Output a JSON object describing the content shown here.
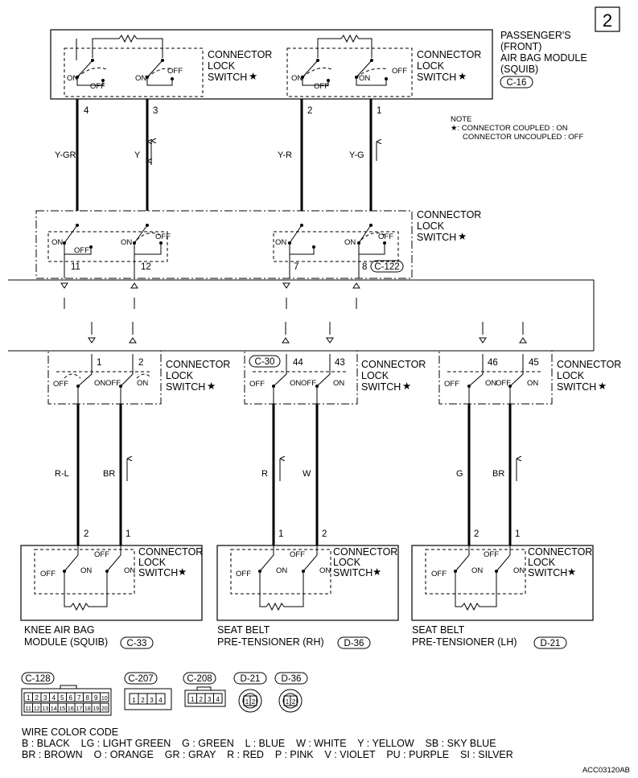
{
  "page_number": "2",
  "note": {
    "title": "NOTE",
    "line1": "★: CONNECTOR COUPLED : ON",
    "line2": "CONNECTOR UNCOUPLED : OFF"
  },
  "switch_label": {
    "line1": "CONNECTOR",
    "line2": "LOCK",
    "line3": "SWITCH",
    "star": "★"
  },
  "switch_states": {
    "on": "ON",
    "off": "OFF"
  },
  "passenger_module": {
    "line1": "PASSENGER'S",
    "line2": "(FRONT)",
    "line3": "AIR BAG MODULE",
    "line4": "(SQUIB)",
    "connector": "C-16",
    "pins": [
      "4",
      "3",
      "2",
      "1"
    ]
  },
  "middle_connector": {
    "connector": "C-122",
    "pins": [
      "11",
      "12",
      "7",
      "8"
    ]
  },
  "upper_wires": [
    "Y-GR",
    "Y",
    "Y-R",
    "Y-G"
  ],
  "lower_connectors": {
    "c30": "C-30",
    "pins_left": [
      "1",
      "2"
    ],
    "pins_center": [
      "44",
      "43"
    ],
    "pins_right": [
      "46",
      "45"
    ]
  },
  "lower_wires": [
    "R-L",
    "BR",
    "R",
    "W",
    "G",
    "BR"
  ],
  "components": [
    {
      "name_line1": "KNEE AIR BAG",
      "name_line2": "MODULE (SQUIB)",
      "connector": "C-33",
      "pins": [
        "2",
        "1"
      ]
    },
    {
      "name_line1": "SEAT BELT",
      "name_line2": "PRE-TENSIONER (RH)",
      "connector": "D-36",
      "pins": [
        "1",
        "2"
      ]
    },
    {
      "name_line1": "SEAT BELT",
      "name_line2": "PRE-TENSIONER (LH)",
      "connector": "D-21",
      "pins": [
        "2",
        "1"
      ]
    }
  ],
  "connector_legend": [
    {
      "id": "C-128",
      "row1": [
        "1",
        "2",
        "3",
        "4",
        "5",
        "6",
        "7",
        "8",
        "9",
        "10"
      ],
      "row2": [
        "11",
        "12",
        "13",
        "14",
        "15",
        "16",
        "17",
        "18",
        "19",
        "20"
      ]
    },
    {
      "id": "C-207",
      "pins": [
        "1",
        "2",
        "3",
        "4"
      ]
    },
    {
      "id": "C-208",
      "pins": [
        "1",
        "2",
        "3",
        "4"
      ]
    },
    {
      "id": "D-21",
      "pins": [
        "1",
        "2"
      ]
    },
    {
      "id": "D-36",
      "pins": [
        "1",
        "2"
      ]
    }
  ],
  "wire_color_code": {
    "title": "WIRE COLOR CODE",
    "line1": "B : BLACK    LG : LIGHT GREEN    G : GREEN    L : BLUE    W : WHITE    Y : YELLOW    SB : SKY BLUE",
    "line2": "BR : BROWN    O : ORANGE    GR : GRAY    R : RED    P : PINK    V : VIOLET    PU : PURPLE    SI : SILVER"
  },
  "figure_code": "ACC03120AB"
}
